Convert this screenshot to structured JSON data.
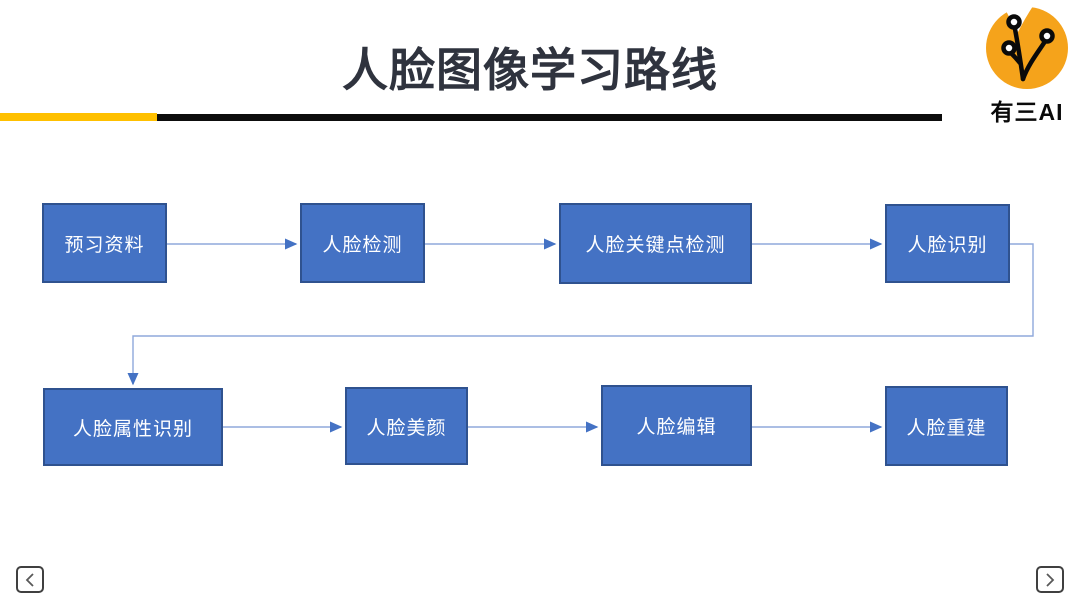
{
  "slide": {
    "title": "人脸图像学习路线",
    "title_color": "#2F333E",
    "divider": {
      "accent_color": "#FFC000",
      "line_color": "#0D0D0D"
    }
  },
  "logo": {
    "text": "有三AI",
    "brand_orange": "#F5A31B",
    "brand_black": "#111111"
  },
  "diagram": {
    "type": "flowchart",
    "node_fill": "#4472C4",
    "node_border": "#2F528F",
    "node_text_color": "#FFFFFF",
    "connector_color": "#8FA9DC",
    "arrowhead_color": "#4472C4",
    "rows": 2,
    "nodes": [
      {
        "id": "preview-materials",
        "label": "预习资料",
        "row": 1
      },
      {
        "id": "face-detection",
        "label": "人脸检测",
        "row": 1
      },
      {
        "id": "face-landmark-detection",
        "label": "人脸关键点检测",
        "row": 1
      },
      {
        "id": "face-recognition",
        "label": "人脸识别",
        "row": 1
      },
      {
        "id": "face-attribute-recognition",
        "label": "人脸属性识别",
        "row": 2
      },
      {
        "id": "face-beautification",
        "label": "人脸美颜",
        "row": 2
      },
      {
        "id": "face-editing",
        "label": "人脸编辑",
        "row": 2
      },
      {
        "id": "face-reconstruction",
        "label": "人脸重建",
        "row": 2
      }
    ],
    "edges": [
      {
        "from": "预习资料",
        "to": "人脸检测",
        "style": "straight"
      },
      {
        "from": "人脸检测",
        "to": "人脸关键点检测",
        "style": "straight"
      },
      {
        "from": "人脸关键点检测",
        "to": "人脸识别",
        "style": "straight"
      },
      {
        "from": "人脸识别",
        "to": "人脸属性识别",
        "style": "elbow"
      },
      {
        "from": "人脸属性识别",
        "to": "人脸美颜",
        "style": "straight"
      },
      {
        "from": "人脸美颜",
        "to": "人脸编辑",
        "style": "straight"
      },
      {
        "from": "人脸编辑",
        "to": "人脸重建",
        "style": "straight"
      }
    ]
  },
  "nav": {
    "prev_icon": "chevron-left",
    "next_icon": "chevron-right"
  }
}
